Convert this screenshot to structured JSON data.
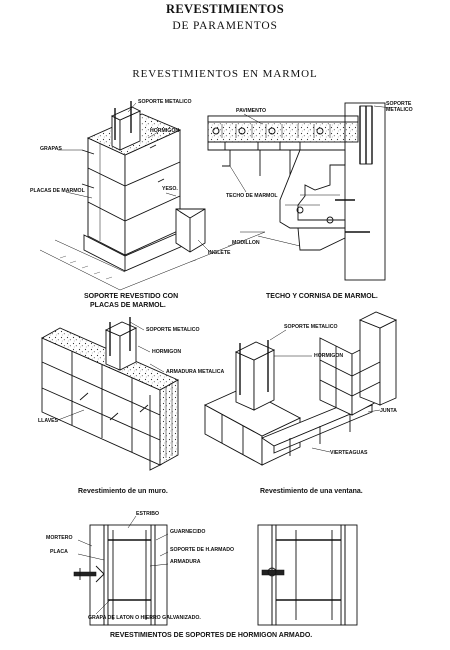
{
  "header": {
    "title": "REVESTIMIENTOS",
    "subtitle": "DE PARAMENTOS",
    "section": "REVESTIMIENTOS EN MARMOL"
  },
  "fig1": {
    "labels": {
      "soporte": "SOPORTE METALICO",
      "hormigon": "HORMIGON",
      "grapas": "GRAPAS",
      "placas": "PLACAS DE MARMOL",
      "yeso": "YESO.",
      "inglete": "INGLETE"
    },
    "caption_l1": "SOPORTE  REVESTIDO CON",
    "caption_l2": "PLACAS DE MARMOL."
  },
  "fig2": {
    "labels": {
      "pavimento": "PAVIMENTO",
      "soporte": "SOPORTE METALICO",
      "techo": "TECHO DE MARMOL",
      "modillon": "MODILLON"
    },
    "caption": "TECHO Y CORNISA DE MARMOL."
  },
  "fig3": {
    "labels": {
      "soporte": "SOPORTE METALICO",
      "hormigon": "HORMIGON",
      "armadura": "ARMADURA METALICA",
      "llaves": "LLAVES"
    },
    "caption": "Revestimiento de un muro."
  },
  "fig4": {
    "labels": {
      "soporte": "SOPORTE METALICO",
      "hormigon": "HORMIGON",
      "junta": "JUNTA",
      "vierteaguas": "VIERTEAGUAS"
    },
    "caption": "Revestimiento de una ventana."
  },
  "fig5": {
    "labels": {
      "estribo": "ESTRIBO",
      "guarnecido": "GUARNECIDO",
      "mortero": "MORTERO",
      "soporte": "SOPORTE DE H.ARMADO",
      "placa": "PLACA",
      "armadura": "ARMADURA",
      "grapa": "GRAPA DE LATON O HIERRO GALVANIZADO."
    },
    "caption": "REVESTIMIENTOS DE SOPORTES DE HORMIGON ARMADO."
  }
}
